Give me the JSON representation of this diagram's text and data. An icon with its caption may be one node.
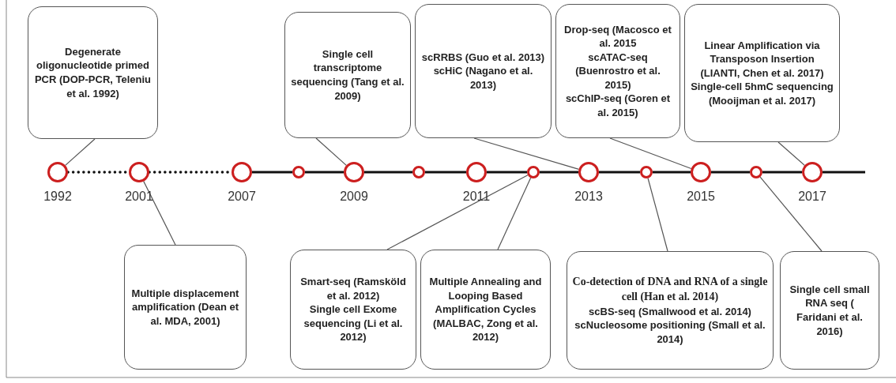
{
  "diagram": {
    "nodes": [
      {
        "text": [
          "Degenerate oligonucleotide primed PCR (DOP-PCR, Teleniu et al. 1992)"
        ]
      },
      {
        "text": [
          "Single cell transcriptome sequencing (Tang et al. 2009)"
        ]
      },
      {
        "text": [
          "scRRBS (Guo et al. 2013)",
          "scHiC (Nagano et al. 2013)"
        ]
      },
      {
        "text": [
          "Drop-seq (Macosco et al. 2015",
          "scATAC-seq (Buenrostro et al. 2015)",
          "scChIP-seq (Goren et al. 2015)"
        ]
      },
      {
        "text": [
          "Linear Amplification via Transposon Insertion (LIANTI, Chen et al. 2017)",
          "Single-cell 5hmC sequencing (Mooijman et al. 2017)"
        ]
      },
      {
        "text": [],
        "shape": "circle",
        "beside": [
          "1992"
        ]
      },
      {
        "text": [],
        "shape": "circle",
        "beside": [
          "2001"
        ]
      },
      {
        "text": [],
        "shape": "circle",
        "beside": [
          "2007"
        ]
      },
      {
        "text": [],
        "shape": "circle"
      },
      {
        "text": [],
        "shape": "circle",
        "beside": [
          "2009"
        ]
      },
      {
        "text": [],
        "shape": "circle"
      },
      {
        "text": [],
        "shape": "circle",
        "beside": [
          "2011"
        ]
      },
      {
        "text": [],
        "shape": "circle"
      },
      {
        "text": [],
        "shape": "circle",
        "beside": [
          "2013"
        ]
      },
      {
        "text": [],
        "shape": "circle"
      },
      {
        "text": [],
        "shape": "circle",
        "beside": [
          "2015"
        ]
      },
      {
        "text": [],
        "shape": "circle"
      },
      {
        "text": [],
        "shape": "circle",
        "beside": [
          "2017"
        ]
      },
      {
        "text": [
          "Multiple displacement amplification (Dean et al. MDA, 2001)"
        ]
      },
      {
        "text": [
          "Smart-seq (Ramsköld et al. 2012)",
          "Single cell Exome sequencing (Li et al. 2012)"
        ]
      },
      {
        "text": [
          "Multiple Annealing and Looping Based Amplification Cycles (MALBAC, Zong et al. 2012)"
        ]
      },
      {
        "text": [
          "Co-detection of DNA and RNA of a single cell (Han et al. 2014)",
          "scBS-seq (Smallwood et al. 2014)",
          "scNucleosome positioning (Small et al. 2014)"
        ]
      },
      {
        "text": [
          "Single cell small RNA seq ( Faridani et al. 2016)"
        ]
      }
    ],
    "edges": [
      {
        "from": 0,
        "to": 5,
        "arrow": "none",
        "color": "#555555"
      },
      {
        "from": 1,
        "to": 9,
        "arrow": "none",
        "color": "#555555"
      },
      {
        "from": 2,
        "to": 13,
        "arrow": "none",
        "color": "#555555"
      },
      {
        "from": 3,
        "to": 15,
        "arrow": "none",
        "color": "#555555"
      },
      {
        "from": 4,
        "to": 17,
        "arrow": "none",
        "color": "#555555"
      },
      {
        "from": 6,
        "to": 18,
        "arrow": "none",
        "color": "#555555"
      },
      {
        "from": 12,
        "to": 19,
        "arrow": "none",
        "color": "#555555"
      },
      {
        "from": 12,
        "to": 20,
        "arrow": "none",
        "color": "#555555"
      },
      {
        "from": 14,
        "to": 21,
        "arrow": "none",
        "color": "#555555"
      },
      {
        "from": 16,
        "to": 22,
        "arrow": "none",
        "color": "#555555"
      },
      {
        "from": 5,
        "to": 6,
        "arrow": "none",
        "style": "dashed"
      },
      {
        "from": 6,
        "to": 7,
        "arrow": "none",
        "style": "dashed"
      },
      {
        "from": 7,
        "to": 8,
        "arrow": "none"
      },
      {
        "from": 8,
        "to": 9,
        "arrow": "none"
      },
      {
        "from": 9,
        "to": 10,
        "arrow": "none"
      },
      {
        "from": 10,
        "to": 11,
        "arrow": "none"
      },
      {
        "from": 11,
        "to": 12,
        "arrow": "none"
      },
      {
        "from": 12,
        "to": 13,
        "arrow": "none"
      },
      {
        "from": 13,
        "to": 14,
        "arrow": "none"
      },
      {
        "from": 14,
        "to": 15,
        "arrow": "none"
      },
      {
        "from": 15,
        "to": 16,
        "arrow": "none"
      },
      {
        "from": 16,
        "to": 17,
        "arrow": "none"
      },
      {
        "from": 17,
        "to": null,
        "arrow": "none"
      }
    ]
  }
}
